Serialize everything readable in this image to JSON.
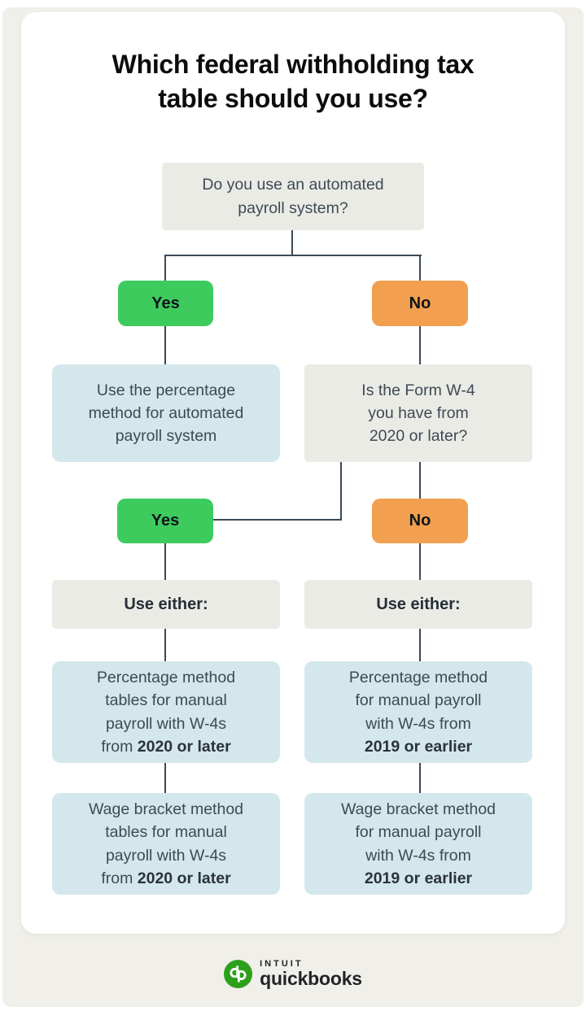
{
  "title": {
    "line1": "Which federal withholding tax",
    "line2": "table should you use?"
  },
  "flow": {
    "q1": {
      "lines": [
        {
          "t": "Do you use an automated"
        },
        {
          "t": "payroll system?"
        }
      ]
    },
    "branch1_yes": "Yes",
    "branch1_no": "No",
    "auto_result": {
      "lines": [
        {
          "t": "Use the percentage"
        },
        {
          "t": "method for automated"
        },
        {
          "t": "payroll system"
        }
      ]
    },
    "q2": {
      "lines": [
        {
          "t": "Is the Form W-4"
        },
        {
          "t": "you have from"
        },
        {
          "t": "2020 or later?"
        }
      ]
    },
    "branch2_yes": "Yes",
    "branch2_no": "No",
    "use_either_left": "Use either:",
    "use_either_right": "Use either:",
    "pct_left": {
      "lines": [
        {
          "t": "Percentage method"
        },
        {
          "t": "tables for manual"
        },
        {
          "t": "payroll with W-4s"
        },
        {
          "t": "from ",
          "b": "2020 or later"
        }
      ]
    },
    "pct_right": {
      "lines": [
        {
          "t": "Percentage method"
        },
        {
          "t": "for manual payroll"
        },
        {
          "t": "with W-4s from"
        },
        {
          "b": "2019 or earlier"
        }
      ]
    },
    "wage_left": {
      "lines": [
        {
          "t": "Wage bracket method"
        },
        {
          "t": "tables for manual"
        },
        {
          "t": "payroll with W-4s"
        },
        {
          "t": "from ",
          "b": "2020 or later"
        }
      ]
    },
    "wage_right": {
      "lines": [
        {
          "t": "Wage bracket method"
        },
        {
          "t": "for manual payroll"
        },
        {
          "t": "with W-4s from"
        },
        {
          "b": "2019 or earlier"
        }
      ]
    }
  },
  "footer": {
    "logo_monogram": "qb",
    "brand_top": "INTUIT",
    "brand_bottom": "quickbooks"
  },
  "colors": {
    "background": "#F0EFE9",
    "card": "#FFFFFF",
    "box_gray": "#EBEBE6",
    "box_blue": "#D4E7EC",
    "yes_green": "#3ECB5E",
    "no_orange": "#F2A050",
    "connector": "#3B4956",
    "text_dark": "#3E4A54",
    "text_bold": "#2A333B",
    "title_black": "#0C0C0C",
    "logo_green": "#2CA01C"
  }
}
